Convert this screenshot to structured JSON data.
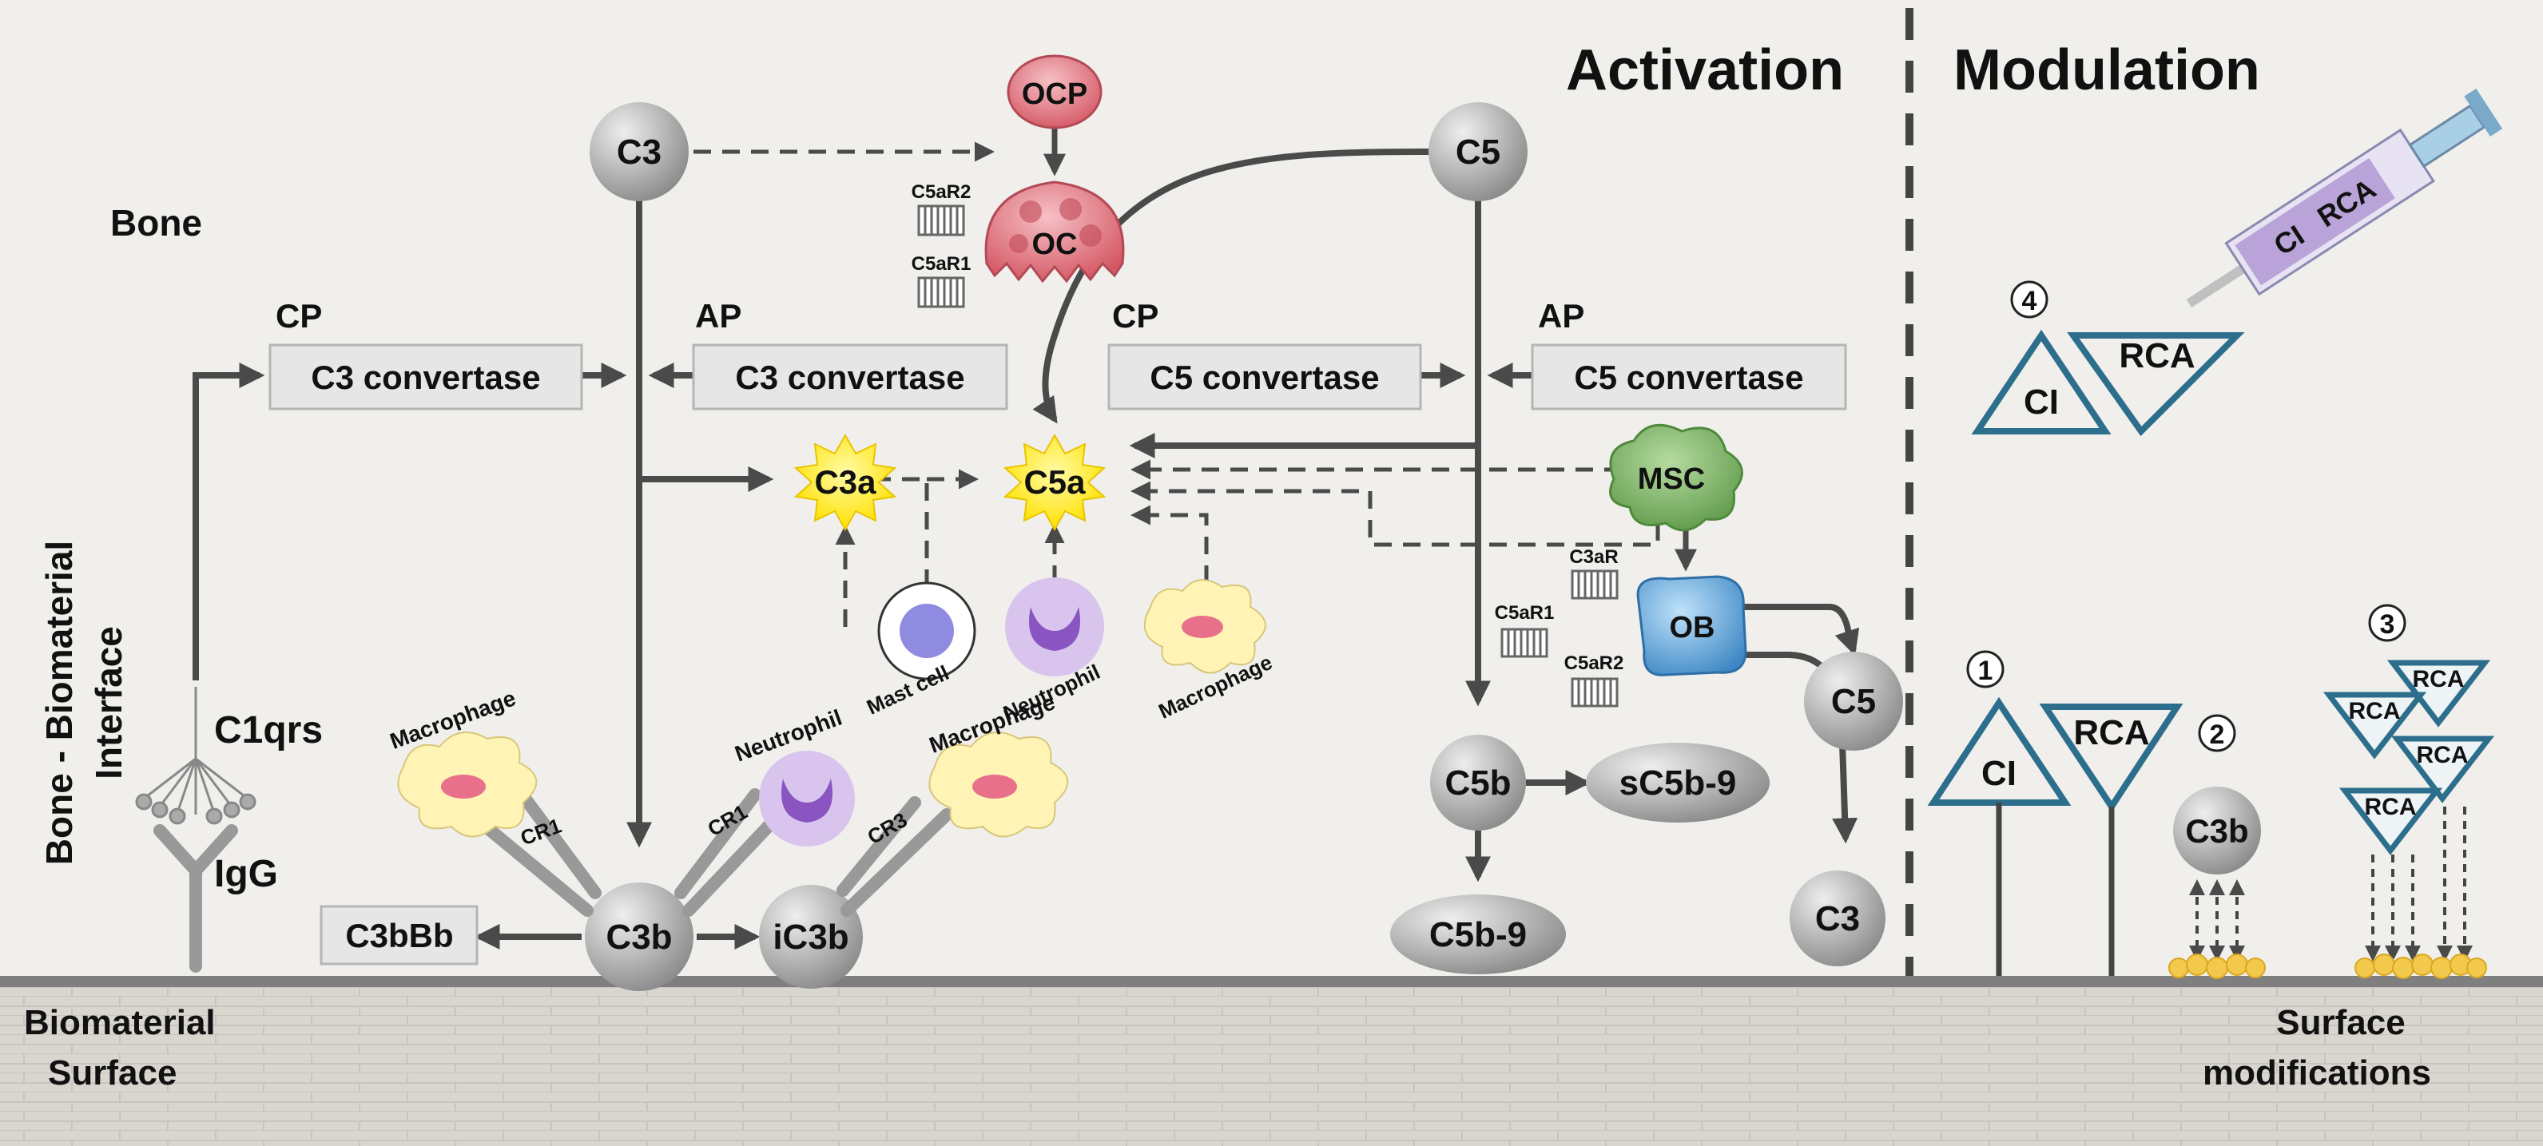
{
  "headers": {
    "activation": "Activation",
    "modulation": "Modulation"
  },
  "region_labels": {
    "bone": "Bone",
    "interface_line1": "Bone - Biomaterial",
    "interface_line2": "Interface",
    "surface_line1": "Biomaterial",
    "surface_line2": "Surface",
    "modifications_line1": "Surface",
    "modifications_line2": "modifications"
  },
  "nodes": {
    "c3": "C3",
    "c5": "C5",
    "ocp": "OCP",
    "oc": "OC",
    "c5ar2": "C5aR2",
    "c5ar1": "C5aR1",
    "cp_c3": "CP",
    "c3_conv_cp": "C3 convertase",
    "ap_c3": "AP",
    "c3_conv_ap": "C3 convertase",
    "cp_c5": "CP",
    "c5_conv_cp": "C5 convertase",
    "ap_c5": "AP",
    "c5_conv_ap": "C5 convertase",
    "c3a": "C3a",
    "c5a": "C5a",
    "msc": "MSC",
    "mast_cell": "Mast cell",
    "neutrophil_top": "Neutrophil",
    "macrophage_top": "Macrophage",
    "c1qrs": "C1qrs",
    "igg": "IgG",
    "macrophage_left": "Macrophage",
    "cr1_left": "CR1",
    "neutrophil_mid": "Neutrophil",
    "cr1_right": "CR1",
    "macrophage_right": "Macrophage",
    "cr3": "CR3",
    "c3bbb": "C3bBb",
    "c3b": "C3b",
    "ic3b": "iC3b",
    "c3ar": "C3aR",
    "ob_c5ar1": "C5aR1",
    "ob_c5ar2": "C5aR2",
    "ob": "OB",
    "c5_out": "C5",
    "c3_out": "C3",
    "c5b": "C5b",
    "sc5b9": "sC5b-9",
    "c5b9": "C5b-9"
  },
  "modulation": {
    "num1": "1",
    "num2": "2",
    "num3": "3",
    "num4": "4",
    "ci": "CI",
    "rca": "RCA",
    "c3b": "C3b",
    "rca_a": "RCA",
    "rca_b": "RCA",
    "rca_c": "RCA",
    "rca_d": "RCA",
    "ci4": "CI",
    "rca4": "RCA",
    "syringe_ci": "CI",
    "syringe_rca": "RCA"
  },
  "colors": {
    "sphere": "#a9a9a9",
    "box": "#e6e6e6",
    "star": "#fff23a",
    "oc": "#e88a94",
    "ocp": "#e5707b",
    "msc": "#7fb26a",
    "ob": "#5aa0d6",
    "modulation": "#2c6e8c",
    "ground": "#d6d3ce",
    "particle": "#f2c94c"
  }
}
